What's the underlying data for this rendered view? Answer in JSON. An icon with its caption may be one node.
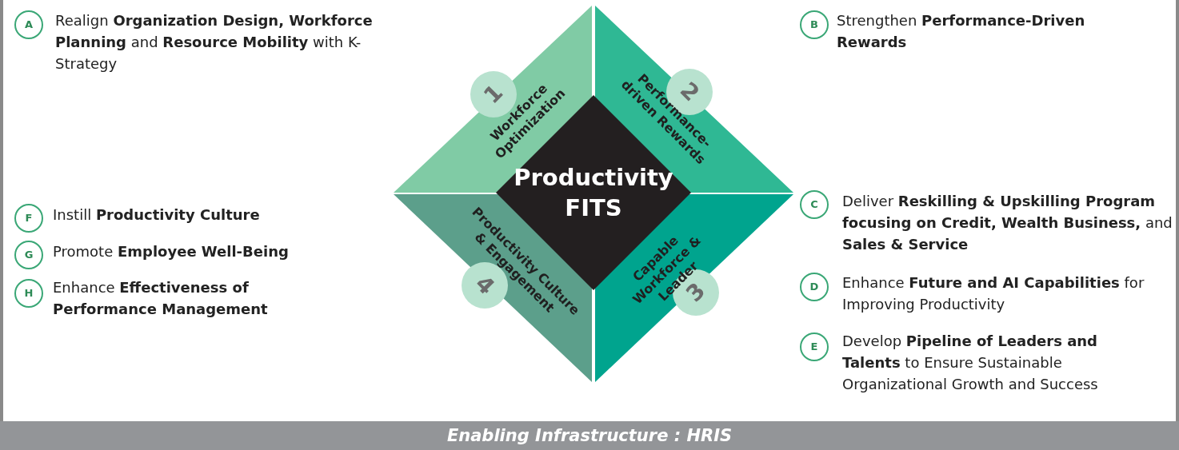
{
  "diagram": {
    "nodes": [
      {
        "text": [
          "1",
          "Workforce Optimization"
        ]
      },
      {
        "text": [
          "2",
          "Performance-driven Rewards"
        ]
      },
      {
        "text": [
          "3",
          "Capable Workforce & Leader"
        ]
      },
      {
        "text": [
          "4",
          "Productivity Culture & Engagement"
        ]
      },
      {
        "text": [
          "Productivity FITS"
        ]
      },
      {
        "text": [
          "A"
        ],
        "beside": [
          "Realign **Organization Design, Workforce Planning** and **Resource Mobility** with K-Strategy"
        ]
      },
      {
        "text": [
          "B"
        ],
        "beside": [
          "Strengthen **Performance-Driven Rewards**"
        ]
      },
      {
        "text": [
          "F"
        ],
        "beside": [
          "Instill **Productivity Culture**"
        ]
      },
      {
        "text": [
          "G"
        ],
        "beside": [
          "Promote **Employee Well-Being**"
        ]
      },
      {
        "text": [
          "H"
        ],
        "beside": [
          "Enhance **Effectiveness of Performance Management**"
        ]
      },
      {
        "text": [
          "C"
        ],
        "beside": [
          "Deliver **Reskilling & Upskilling Program focusing on Credit, Wealth Business,** and **Sales & Service**"
        ]
      },
      {
        "text": [
          "D"
        ],
        "beside": [
          "Enhance **Future and AI Capabilities** for Improving Productivity"
        ]
      },
      {
        "text": [
          "E"
        ],
        "beside": [
          "Develop **Pipeline of Leaders and Talents** to Ensure Sustainable Organizational Growth and Success"
        ]
      },
      {
        "text": [
          "Enabling Infrastructure : HRIS"
        ]
      }
    ]
  }
}
